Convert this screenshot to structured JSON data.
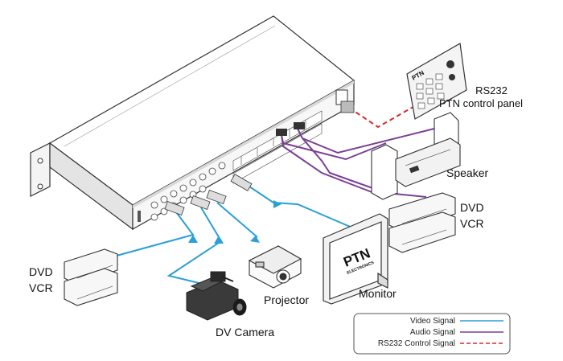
{
  "brand": {
    "name": "PTN",
    "sub": "ELECTRONICS"
  },
  "labels": {
    "control_panel_line1": "RS232",
    "control_panel_line2": "PTN  control  panel",
    "speaker": "Speaker",
    "dvd_right": "DVD",
    "vcr_right": "VCR",
    "dvd_left": "DVD",
    "vcr_left": "VCR",
    "projector": "Projector",
    "monitor": "Monitor",
    "camera": "DV Camera"
  },
  "legend": {
    "items": [
      {
        "label": "Video Signal",
        "color": "#2a9fd8",
        "style": "solid"
      },
      {
        "label": "Audio Signal",
        "color": "#7b3f96",
        "style": "solid"
      },
      {
        "label": "RS232 Control Signal",
        "color": "#d62b2b",
        "style": "dashed"
      }
    ]
  }
}
